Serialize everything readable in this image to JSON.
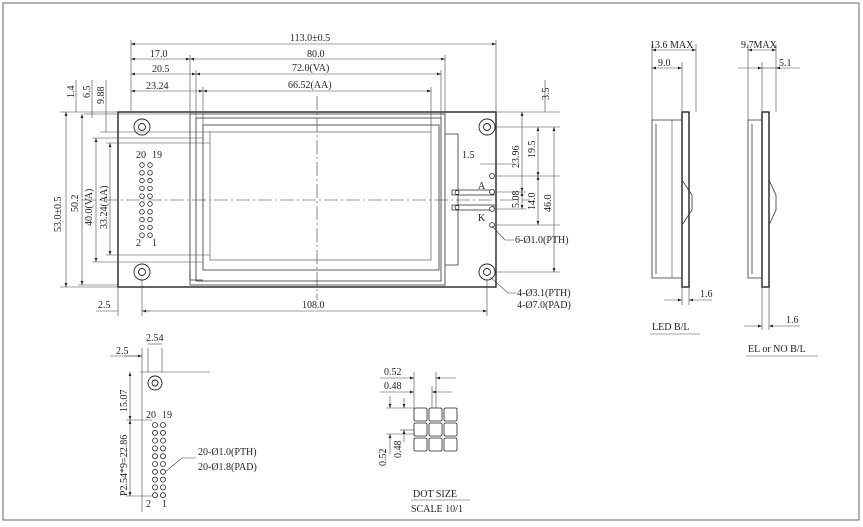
{
  "front_view": {
    "dims": {
      "overall_width": "113.0±0.5",
      "pad_span": "108.0",
      "left_edge_hole": "2.5",
      "left_to_glass": "17.0",
      "glass_width": "80.0",
      "left_to_va": "20.5",
      "va_width": "72.0(VA)",
      "left_to_aa": "23.24",
      "aa_width": "66.52(AA)",
      "top_1": "1.4",
      "top_2": "6.5",
      "top_3": "9.88",
      "top_right": "3.5",
      "overall_height": "53.0±0.5",
      "glass_height": "50.2",
      "va_height": "40.0(VA)",
      "aa_height": "33.24(AA)",
      "led_offset": "1.5",
      "r_23_96": "23.96",
      "r_19_5": "19.5",
      "r_5_08": "5.08",
      "r_14_0": "14.0",
      "r_46_0": "46.0"
    },
    "pin_labels": {
      "top_left": "20",
      "top_right": "19",
      "bottom_left": "2",
      "bottom_right": "1"
    },
    "led_labels": {
      "anode": "A",
      "cathode": "K"
    },
    "callouts": {
      "pth_led": "6-Ø1.0(PTH)",
      "mount_pth": "4-Ø3.1(PTH)",
      "mount_pad": "4-Ø7.0(PAD)"
    }
  },
  "side_led": {
    "dim_max": "13.6 MAX",
    "dim_body": "9.0",
    "dim_pcb": "1.6",
    "caption": "LED B/L"
  },
  "side_el": {
    "dim_max": "9.7MAX",
    "dim_body": "5.1",
    "dim_pcb": "1.6",
    "caption": "EL or NO B/L"
  },
  "pin_detail": {
    "dim_edge": "2.5",
    "dim_pitch": "2.54",
    "dim_top": "15.07",
    "dim_span": "P2.54*9=22.86",
    "pin_top_left": "20",
    "pin_top_right": "19",
    "pin_bottom_left": "2",
    "pin_bottom_right": "1",
    "callout_pth": "20-Ø1.0(PTH)",
    "callout_pad": "20-Ø1.8(PAD)"
  },
  "dot_detail": {
    "pitch_h": "0.52",
    "size_h": "0.48",
    "pitch_v": "0.52",
    "size_v": "0.48",
    "title": "DOT SIZE",
    "scale": "SCALE 10/1"
  }
}
